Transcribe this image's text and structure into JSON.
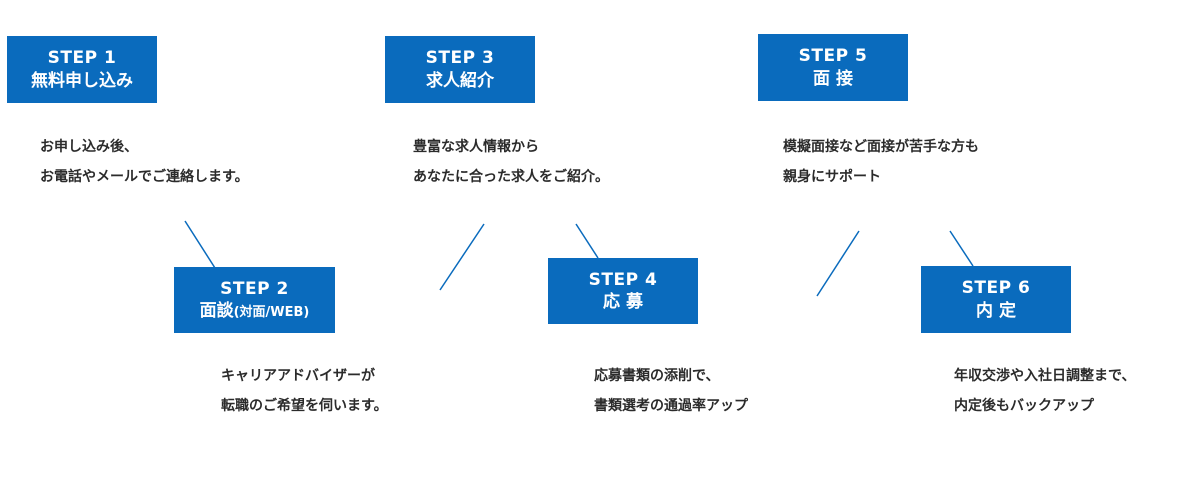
{
  "steps": [
    {
      "num": "STEP 1",
      "name": "無料申し込み",
      "name_small": "",
      "desc": [
        "お申し込み後、",
        "お電話やメールでご連絡します。"
      ]
    },
    {
      "num": "STEP 2",
      "name": "面談",
      "name_small": "(対面/WEB)",
      "desc": [
        "キャリアアドバイザーが",
        "転職のご希望を伺います。"
      ]
    },
    {
      "num": "STEP 3",
      "name": "求人紹介",
      "name_small": "",
      "desc": [
        "豊富な求人情報から",
        "あなたに合った求人をご紹介。"
      ]
    },
    {
      "num": "STEP 4",
      "name": "応 募",
      "name_small": "",
      "desc": [
        "応募書類の添削で、",
        "書類選考の通過率アップ"
      ]
    },
    {
      "num": "STEP 5",
      "name": "面 接",
      "name_small": "",
      "desc": [
        "模擬面接など面接が苦手な方も",
        "親身にサポート"
      ]
    },
    {
      "num": "STEP 6",
      "name": "内 定",
      "name_small": "",
      "desc": [
        "年収交渉や入社日調整まで、",
        "内定後もバックアップ"
      ]
    }
  ],
  "colors": {
    "box": "#0a6bbd",
    "connector": "#0a6bbd",
    "text": "#2b2b2b"
  }
}
